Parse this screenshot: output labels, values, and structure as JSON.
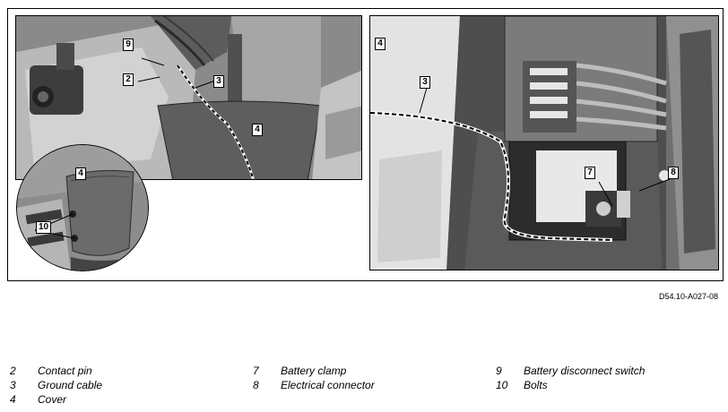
{
  "figure": {
    "id_code": "D54.10-A027-08"
  },
  "callouts": {
    "left_photo": {
      "c9": "9",
      "c2": "2",
      "c3": "3",
      "c4": "4"
    },
    "inset": {
      "c4": "4",
      "c10": "10"
    },
    "right_photo": {
      "c4": "4",
      "c3": "3",
      "c7": "7",
      "c8": "8"
    }
  },
  "legend": {
    "col1": [
      {
        "num": "2",
        "label": "Contact pin"
      },
      {
        "num": "3",
        "label": "Ground cable"
      },
      {
        "num": "4",
        "label": "Cover"
      }
    ],
    "col2": [
      {
        "num": "7",
        "label": "Battery clamp"
      },
      {
        "num": "8",
        "label": "Electrical connector"
      }
    ],
    "col3": [
      {
        "num": "9",
        "label": "Battery disconnect switch"
      },
      {
        "num": "10",
        "label": "Bolts"
      }
    ]
  }
}
